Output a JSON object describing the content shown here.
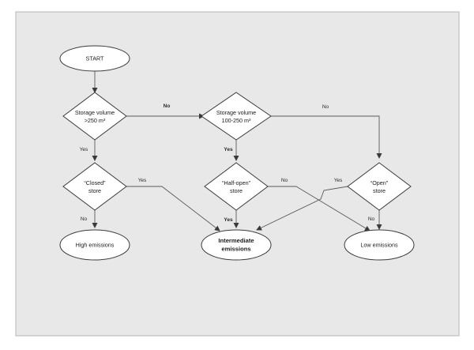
{
  "nodes": {
    "start": {
      "lines": [
        "START"
      ]
    },
    "storage_volume_large": {
      "lines": [
        "Storage volume",
        ">250 m³"
      ]
    },
    "storage_volume_medium": {
      "lines": [
        "Storage volume",
        "100-250 m³"
      ]
    },
    "closed_store": {
      "lines": [
        "“Closed”",
        "store"
      ]
    },
    "half_open_store": {
      "lines": [
        "“Half-open”",
        "store"
      ]
    },
    "open_store": {
      "lines": [
        "“Open”",
        "store"
      ]
    },
    "high_emissions": {
      "lines": [
        "High emissions"
      ]
    },
    "intermediate_emissions": {
      "lines": [
        "Intermediate",
        "emissions"
      ]
    },
    "low_emissions": {
      "lines": [
        "Low emissions"
      ]
    }
  },
  "edge_labels": {
    "large_no": "No",
    "large_yes": "Yes",
    "medium_no": "No",
    "medium_yes": "Yes",
    "closed_yes": "Yes",
    "closed_no": "No",
    "half_open_no": "No",
    "half_open_yes": "Yes",
    "open_yes": "Yes",
    "open_no": "No"
  },
  "colors": {
    "panel": "#e8e8e8",
    "node_fill": "#ffffff",
    "stroke": "#3a3a3a"
  }
}
